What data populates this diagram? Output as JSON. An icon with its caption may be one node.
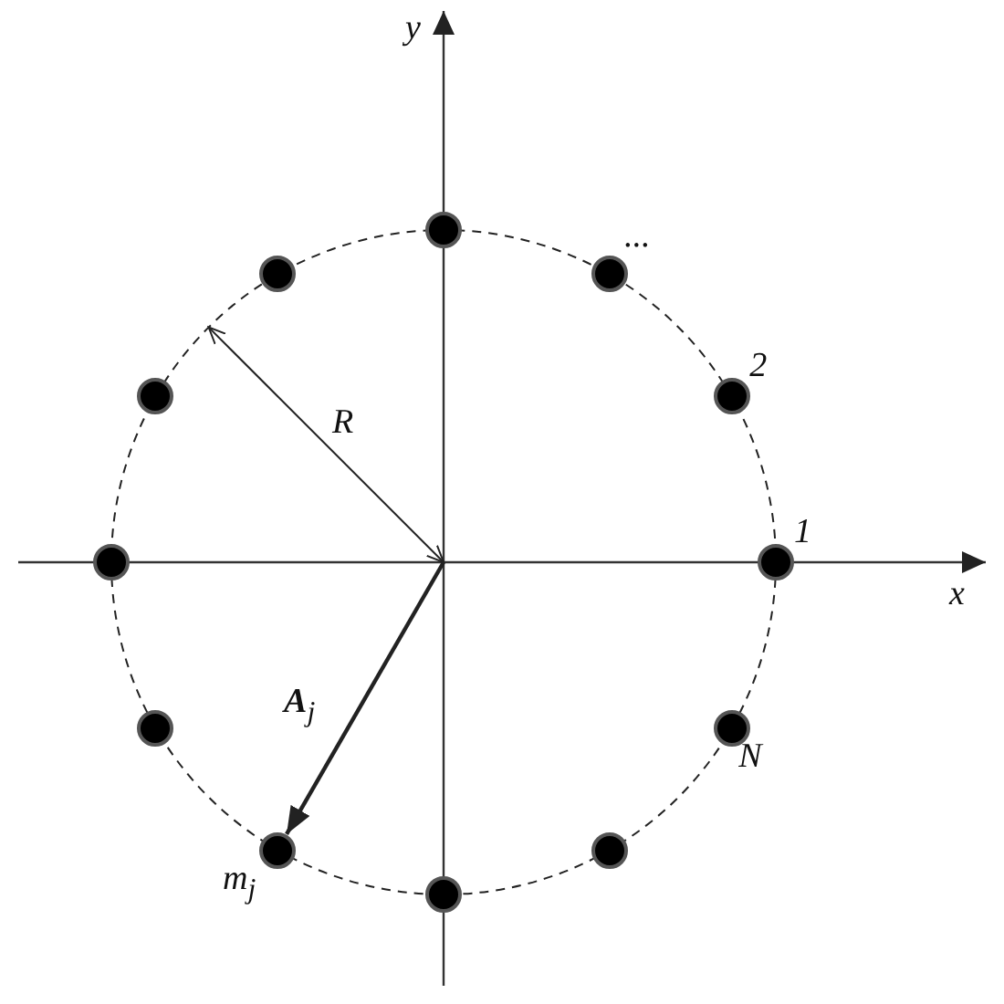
{
  "diagram": {
    "nodes": [
      {
        "text": [],
        "shape": "circle"
      },
      {
        "text": [],
        "shape": "circle"
      },
      {
        "text": [],
        "shape": "circle",
        "beside": [
          "..."
        ]
      },
      {
        "text": [],
        "shape": "circle"
      },
      {
        "text": [],
        "shape": "circle",
        "beside": [
          "2"
        ]
      },
      {
        "text": [],
        "shape": "circle"
      },
      {
        "text": [],
        "shape": "circle",
        "beside": [
          "1"
        ]
      },
      {
        "text": [],
        "shape": "circle"
      },
      {
        "text": [],
        "shape": "circle",
        "beside": [
          "N"
        ]
      },
      {
        "text": [],
        "shape": "circle",
        "beside": [
          "m$_{j}$"
        ]
      },
      {
        "text": [],
        "shape": "circle"
      },
      {
        "text": [],
        "shape": "circle"
      }
    ],
    "edges": [
      {
        "from": null,
        "to": 9,
        "arrow": "to",
        "label": "**A**$_{j}$"
      }
    ],
    "labels": [
      "y",
      "R",
      "x"
    ]
  }
}
